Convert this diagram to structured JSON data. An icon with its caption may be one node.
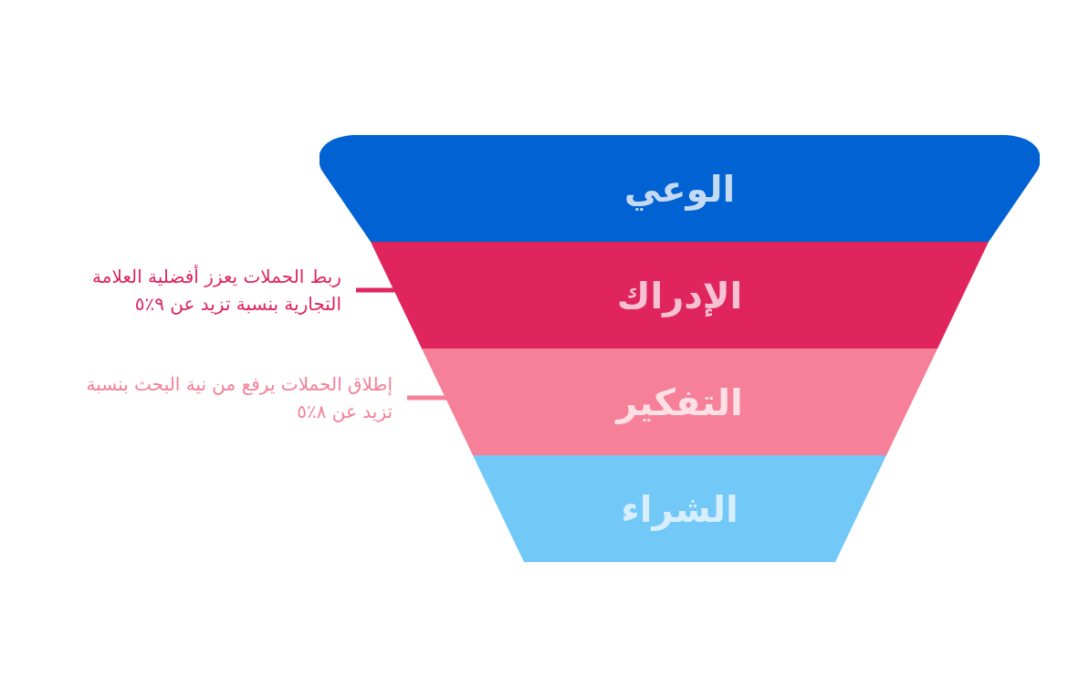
{
  "diagram": {
    "nodes": [
      {
        "text": [
          "الوعي"
        ]
      },
      {
        "text": [
          "الإدراك"
        ]
      },
      {
        "text": [
          "التفكير"
        ]
      },
      {
        "text": [
          "الشراء"
        ]
      },
      {
        "text": [
          "ربط الحملات يعزز أفضلية العلامة التجارية بنسبة تزيد عن ٩٪٥"
        ]
      },
      {
        "text": [
          "إطلاق الحملات يرفع من نية البحث بنسبة تزيد عن ٨٪٥"
        ]
      }
    ],
    "edges": [
      {
        "from": 4,
        "to": 1,
        "arrow": "none",
        "color": "#e0245e"
      },
      {
        "from": 5,
        "to": 2,
        "arrow": "none",
        "color": "#f58098"
      }
    ]
  }
}
